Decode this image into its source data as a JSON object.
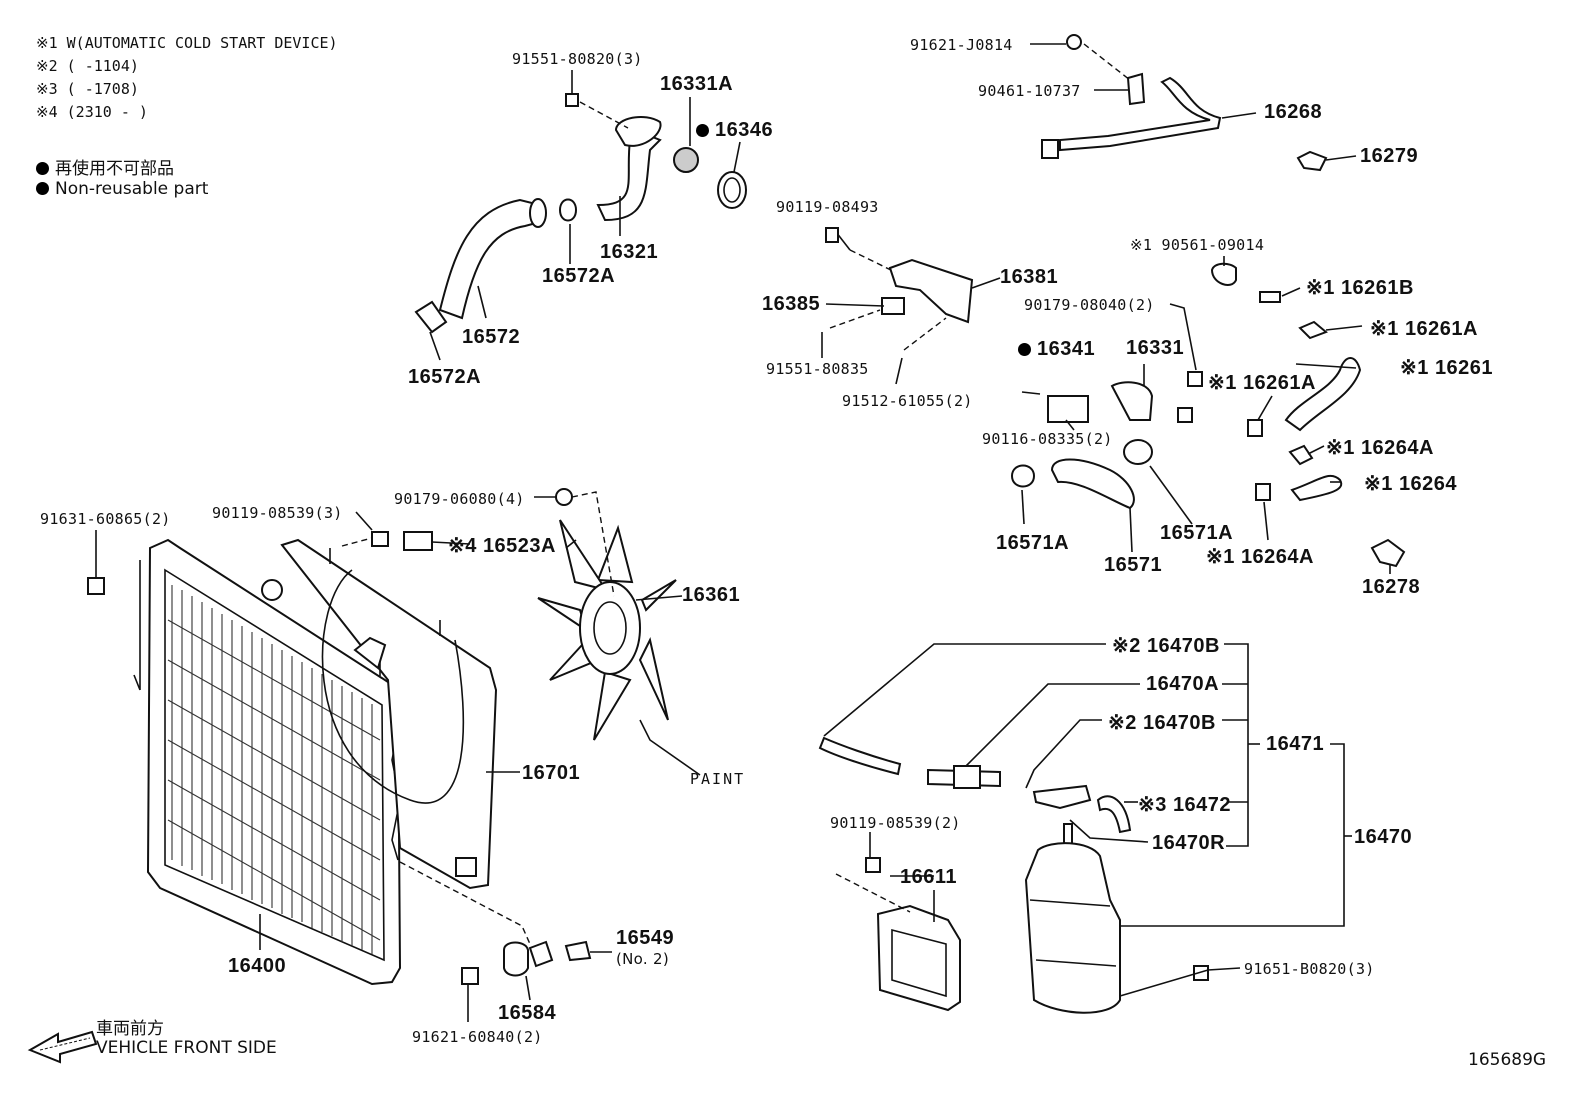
{
  "notes": [
    "※1 W(AUTOMATIC COLD START DEVICE)",
    "※2 (      -1104)",
    "※3 (      -1708)",
    "※4 (2310 -     )"
  ],
  "legend": {
    "jp": "再使用不可部品",
    "en": "Non-reusable part"
  },
  "front": {
    "jp": "車両前方",
    "en": "VEHICLE FRONT SIDE"
  },
  "diagram_id": "165689G",
  "labels": {
    "l91551_80820": "91551-80820(3)",
    "l16331A": "16331A",
    "l16346": "16346",
    "l16321": "16321",
    "l16572A_top": "16572A",
    "l16572": "16572",
    "l16572A_bot": "16572A",
    "l91621_J0814": "91621-J0814",
    "l90461_10737": "90461-10737",
    "l16268": "16268",
    "l16279": "16279",
    "l90119_08493": "90119-08493",
    "l16381": "16381",
    "l16385": "16385",
    "l91551_80835": "91551-80835",
    "l91512_61055": "91512-61055(2)",
    "l90561_09014": "※1 90561-09014",
    "l16261B": "※1 16261B",
    "l90179_08040": "90179-08040(2)",
    "l16261A_r": "※1 16261A",
    "l16341": "16341",
    "l16331": "16331",
    "l16261": "※1 16261",
    "l16261A_m": "※1 16261A",
    "l90116_08335": "90116-08335(2)",
    "l16264A_t": "※1 16264A",
    "l16264": "※1 16264",
    "l16571A_l": "16571A",
    "l16571": "16571",
    "l16571A_r": "16571A",
    "l16264A_b": "※1 16264A",
    "l16278": "16278",
    "l91631_60865": "91631-60865(2)",
    "l90119_08539": "90119-08539(3)",
    "l90179_06080": "90179-06080(4)",
    "l16523A": "※4 16523A",
    "l16361": "16361",
    "l16701": "16701",
    "l paint": "PAINT",
    "l16400": "16400",
    "l16549": "16549",
    "l16549_no": "(No. 2)",
    "l16584": "16584",
    "l91621_60840": "91621-60840(2)",
    "l16470B_t": "※2 16470B",
    "l16470A": "16470A",
    "l16470B_m": "※2 16470B",
    "l16471": "16471",
    "l16472": "※3 16472",
    "l16470R": "16470R",
    "l16470": "16470",
    "l90119_08539b": "90119-08539(2)",
    "l16611": "16611",
    "l91651_B0820": "91651-B0820(3)"
  }
}
